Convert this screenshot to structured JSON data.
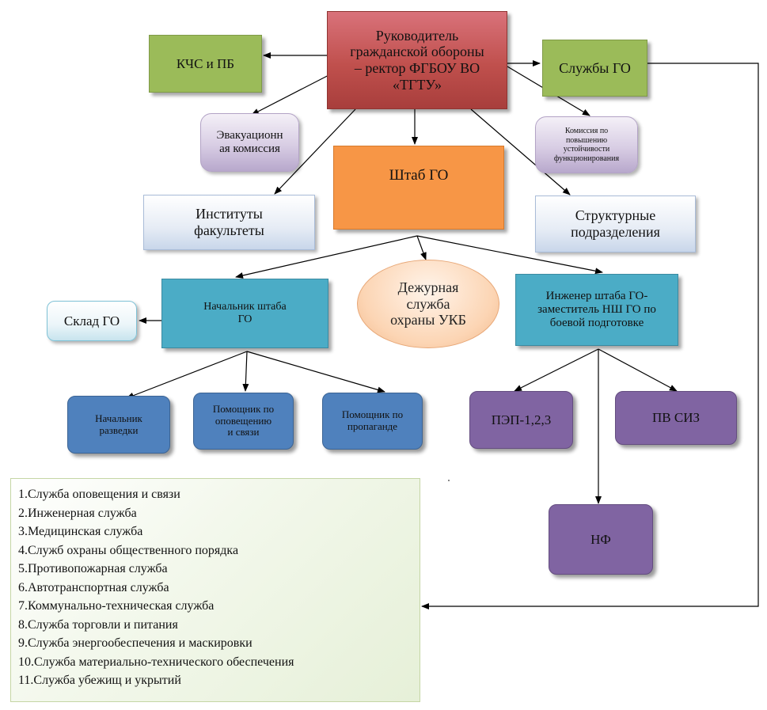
{
  "nodes": {
    "head": "Руководитель\nгражданской обороны\n– ректор ФГБОУ ВО\n«ТГТУ»",
    "kchs": "КЧС и ПБ",
    "sluzhby_go": "Службы ГО",
    "evak": "Эвакуационн\nая комиссия",
    "komissiya": "Комиссия по\nповышению\nустойчивости\nфункционирования",
    "shtab": "Штаб ГО",
    "instituty": "Институты\nфакультеты",
    "struktur": "Структурные\nподразделения",
    "nachalnik": "Начальник штаба\nГО",
    "dezhurnaya": "Дежурная\nслужба\nохраны УКБ",
    "inzhener": "Инженер штаба ГО-\nзаместитель НШ ГО по\nбоевой подготовке",
    "sklad": "Склад ГО",
    "razvedka": "Начальник\nразведки",
    "opoveshenie": "Помощник по\nоповещению\nи связи",
    "propaganda": "Помощник  по\nпропаганде",
    "pep": "ПЭП-1,2,3",
    "pv_siz": "ПВ СИЗ",
    "nf": "НФ"
  },
  "services_list": [
    "1.Служба оповещения и связи",
    "2.Инженерная служба",
    "3.Медицинская служба",
    "4.Служб охраны общественного порядка",
    "5.Противопожарная служба",
    "6.Автотранспортная служба",
    "7.Коммунально-техническая служба",
    "8.Служба торговли и питания",
    "9.Служба энергообеспечения и маскировки",
    "10.Служба материально-технического обеспечения",
    "11.Служба убежищ и укрытий"
  ]
}
